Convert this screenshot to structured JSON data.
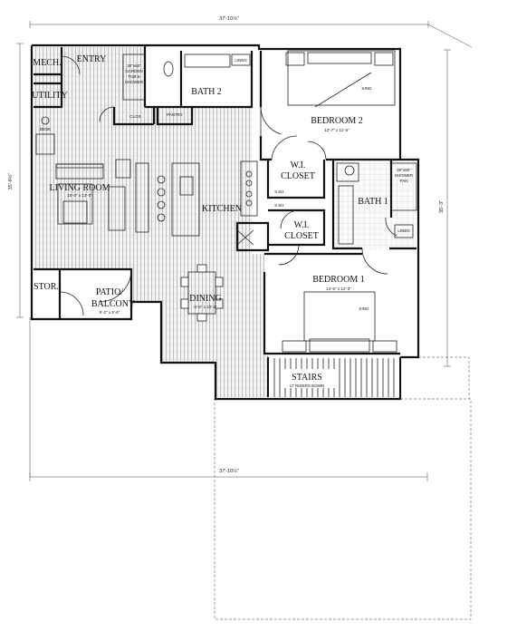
{
  "dimensions": {
    "top": "37'-10½\"",
    "bottom": "37'-10½\"",
    "left": "35'-9½\"",
    "right": "35'-3\""
  },
  "rooms": {
    "mech": "MECH.",
    "entry": "ENTRY",
    "utility": "UTILITY",
    "bath2": "BATH 2",
    "clos": "CLOS.",
    "pantry": "PANTRY",
    "living_room": "LIVING ROOM",
    "living_size": "15'-0\" x 13'-0\"",
    "kitchen": "KITCHEN",
    "dining": "DINING",
    "dining_size": "9'-6\" x 10'-3\"",
    "bedroom2": "BEDROOM 2",
    "bedroom2_size": "12'-7\" x 11'-5\"",
    "wi_closet_line1": "W.I.",
    "wi_closet_line2": "CLOSET",
    "bath1": "BATH 1",
    "bedroom1": "BEDROOM 1",
    "bedroom1_size": "14'-6\" x 12'-3\"",
    "stor": "STOR.",
    "patio_line1": "PATIO/",
    "patio_line2": "BALCONY",
    "patio_size": "9'-2\" x 5'-6\"",
    "stairs": "STAIRS",
    "stairs_note": "17 RISERS DOWN"
  },
  "fixtures": {
    "king": "KING",
    "linen": "LINEN",
    "garden_tub": [
      "30\"x60\"",
      "GARDEN",
      "TUB &",
      "SHOWER"
    ],
    "shower": [
      "30\"x60\"",
      "SHOWER",
      "PAN"
    ],
    "desk": "DESK",
    "shelf": "5 SH."
  }
}
